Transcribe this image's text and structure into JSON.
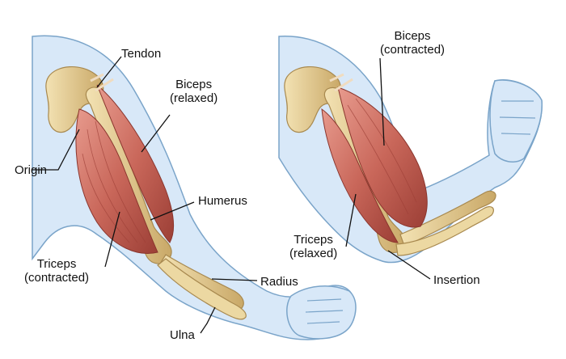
{
  "colors": {
    "skin": "#d8e8f8",
    "skin_outline": "#7aa4c9",
    "bone": "#e7cf94",
    "bone_shade": "#c9a867",
    "muscle": "#c9675a",
    "muscle_dark": "#9c3f36",
    "muscle_light": "#e79a8d",
    "tendon": "#f0dcc0",
    "leader_line": "#111111"
  },
  "labels": {
    "tendon": "Tendon",
    "biceps_relaxed_1": "Biceps",
    "biceps_relaxed_2": "(relaxed)",
    "origin": "Origin",
    "humerus": "Humerus",
    "triceps_contracted_1": "Triceps",
    "triceps_contracted_2": "(contracted)",
    "radius": "Radius",
    "ulna": "Ulna",
    "biceps_contracted_1": "Biceps",
    "biceps_contracted_2": "(contracted)",
    "triceps_relaxed_1": "Triceps",
    "triceps_relaxed_2": "(relaxed)",
    "insertion": "Insertion"
  }
}
